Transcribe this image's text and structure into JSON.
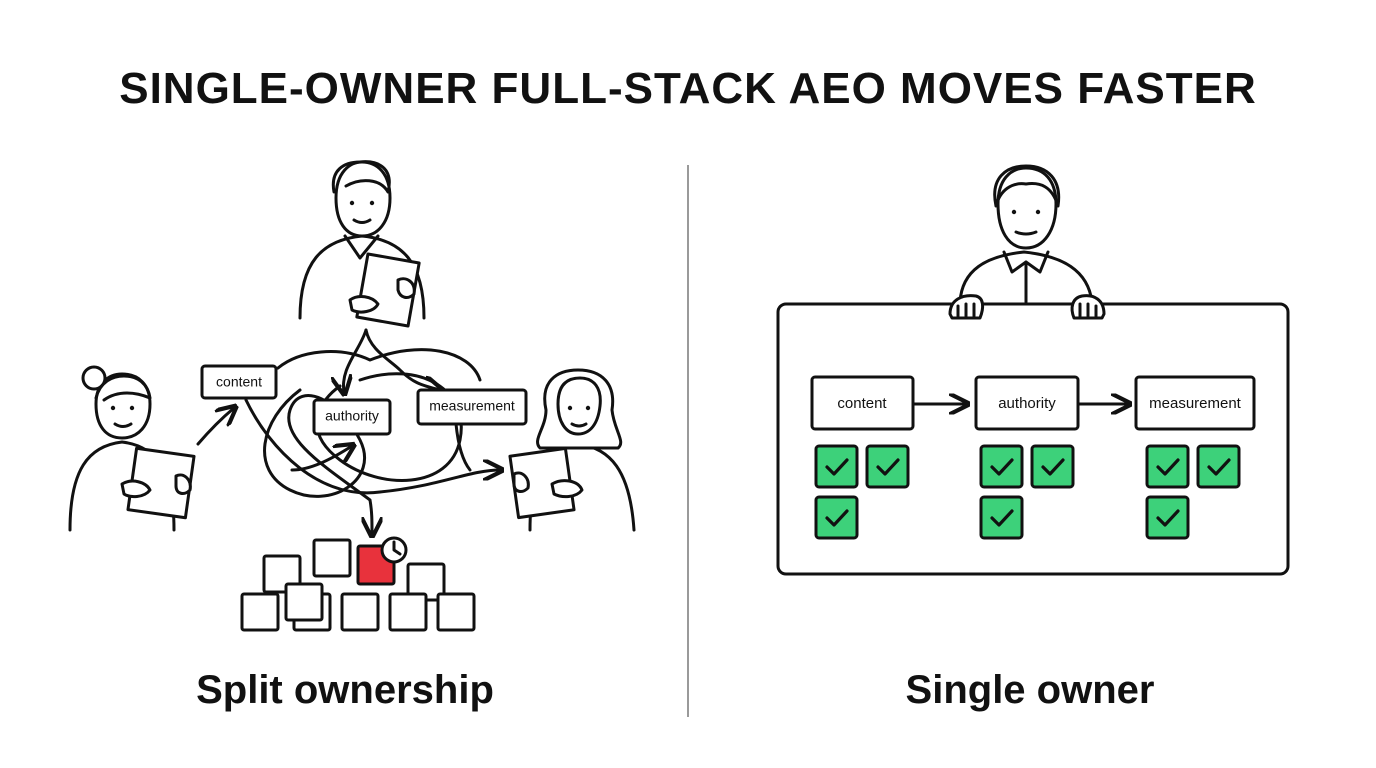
{
  "title": "SINGLE-OWNER FULL-STACK AEO MOVES FASTER",
  "left_panel": {
    "caption": "Split ownership",
    "boxes": [
      "content",
      "authority",
      "measurement"
    ]
  },
  "right_panel": {
    "caption": "Single owner",
    "stages": [
      {
        "label": "content",
        "checks": 3
      },
      {
        "label": "authority",
        "checks": 3
      },
      {
        "label": "measurement",
        "checks": 3
      }
    ]
  },
  "colors": {
    "check_fill": "#3dd17a",
    "blocked_fill": "#e8323c",
    "ink": "#111111",
    "divider": "#9a9a9a"
  }
}
